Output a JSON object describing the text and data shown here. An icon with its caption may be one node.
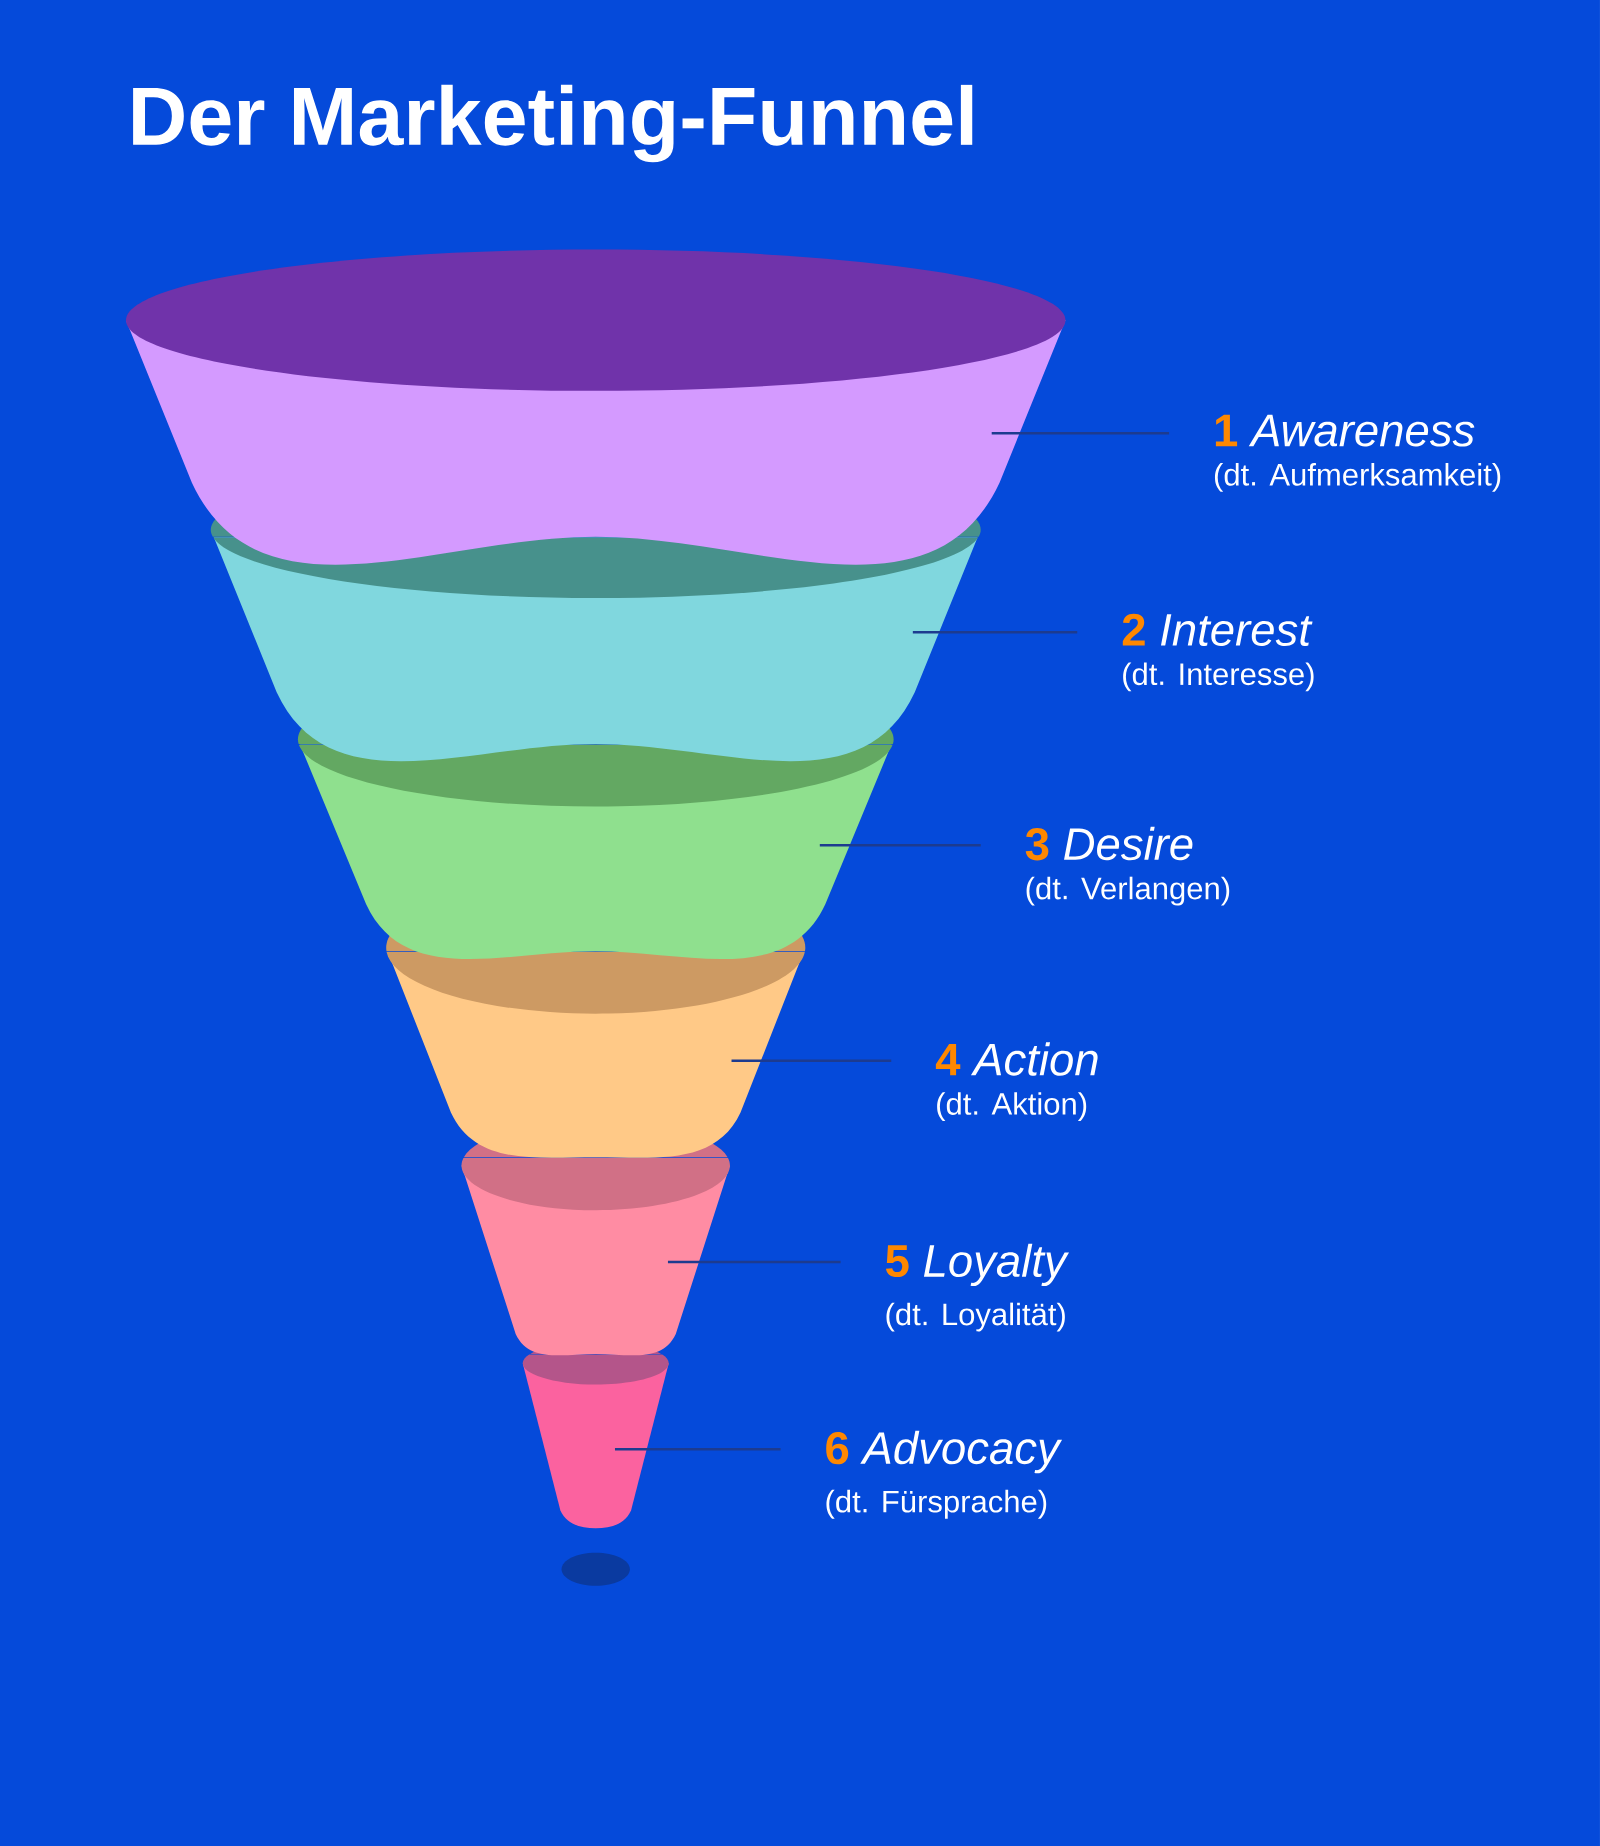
{
  "diagram": {
    "title": "Der Marketing-Funnel",
    "nodes": [
      {
        "text": [],
        "shape": "band"
      },
      {
        "text": [],
        "shape": "band"
      },
      {
        "text": [],
        "shape": "band"
      },
      {
        "text": [],
        "shape": "band"
      },
      {
        "text": [],
        "shape": "band"
      },
      {
        "text": [],
        "shape": "band"
      },
      {
        "text": [
          "1",
          "Awareness",
          "(dt. Aufmerksamkeit)"
        ]
      },
      {
        "text": [
          "2",
          "Interest",
          "(dt. Interesse)"
        ]
      },
      {
        "text": [
          "3",
          "Desire",
          "(dt. Verlangen)"
        ]
      },
      {
        "text": [
          "4",
          "Action",
          "(dt. Aktion)"
        ]
      },
      {
        "text": [
          "5",
          "Loyalty",
          "(dt. Loyalität)"
        ]
      },
      {
        "text": [
          "6",
          "Advocacy",
          "(dt. Fürsprache)"
        ]
      }
    ],
    "edges": [
      {
        "from": 6,
        "to": 0,
        "arrow": "none"
      },
      {
        "from": 7,
        "to": 1,
        "arrow": "none"
      },
      {
        "from": 8,
        "to": 2,
        "arrow": "none"
      },
      {
        "from": 9,
        "to": 3,
        "arrow": "none"
      },
      {
        "from": 10,
        "to": 4,
        "arrow": "none"
      },
      {
        "from": 11,
        "to": 5,
        "arrow": "none"
      }
    ]
  }
}
